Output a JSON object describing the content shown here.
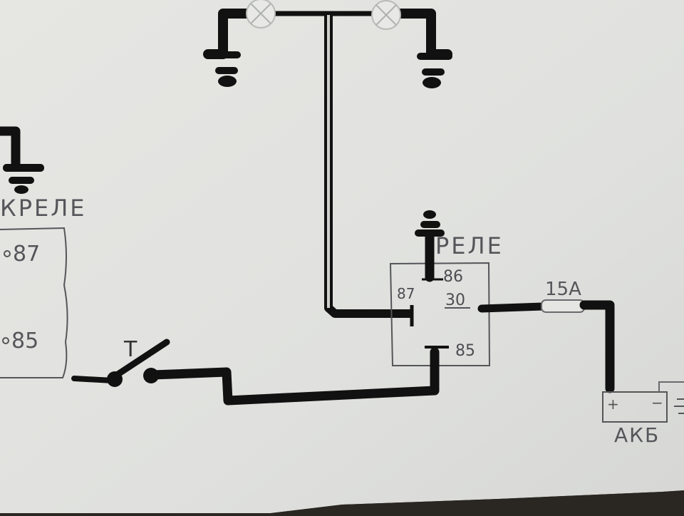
{
  "labels": {
    "relay_main": "РЕЛЕ",
    "relay_left": "КРЕЛЕ",
    "pin_86": "86",
    "pin_87": "87",
    "pin_30": "30",
    "pin_85": "85",
    "left_pin_87": "87",
    "left_pin_85": "85",
    "switch": "T",
    "fuse": "15A",
    "battery": "АКБ",
    "battery_plus": "+",
    "battery_minus": "−"
  },
  "colors": {
    "paper": "#e4e4e0",
    "ink": "#111111",
    "pencil": "#55555a",
    "lamp": "#d7d9d5",
    "dark_background": "#2a2622"
  }
}
